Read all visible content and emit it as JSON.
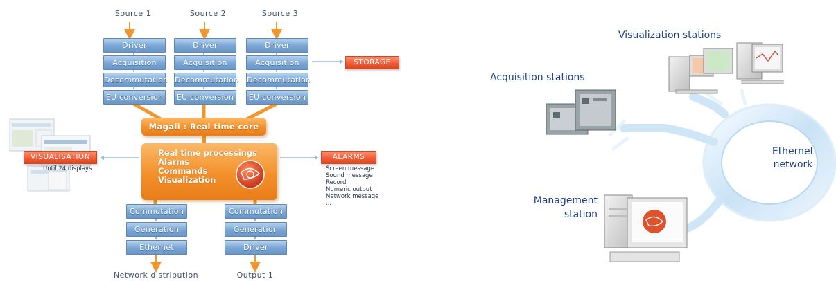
{
  "left_diagram": {
    "sources": [
      "Source 1",
      "Source 2",
      "Source 3"
    ],
    "chain": [
      "Driver",
      "Acquisition",
      "Decommutation",
      "EU conversion"
    ],
    "storage": "STORAGE",
    "core": "Magali : Real time core",
    "processing": [
      "Real time processings",
      "Alarms",
      "Commands",
      "Visualization"
    ],
    "visualisation": {
      "label": "VISUALISATION",
      "note": "Until 24 displays"
    },
    "alarms": {
      "label": "ALARMS",
      "items": [
        "Screen message",
        "Sound message",
        "Record",
        "Numeric output",
        "Network message",
        "..."
      ]
    },
    "output_chain_left": [
      "Commutation",
      "Generation",
      "Ethernet"
    ],
    "output_chain_right": [
      "Commutation",
      "Generation",
      "Driver"
    ],
    "outputs": [
      "Network distribution",
      "Output 1"
    ]
  },
  "right_diagram": {
    "visualization_stations": "Visualization stations",
    "acquisition_stations": "Acquisition stations",
    "management_station": [
      "Management",
      "station"
    ],
    "network": [
      "Ethernet",
      "network"
    ]
  },
  "colors": {
    "block_blue": "#7aa5d4",
    "arrow_orange": "#f0962a",
    "tag_red": "#f15a35",
    "network_blue": "#cfe6f7",
    "label_blue": "#1f3f86"
  }
}
